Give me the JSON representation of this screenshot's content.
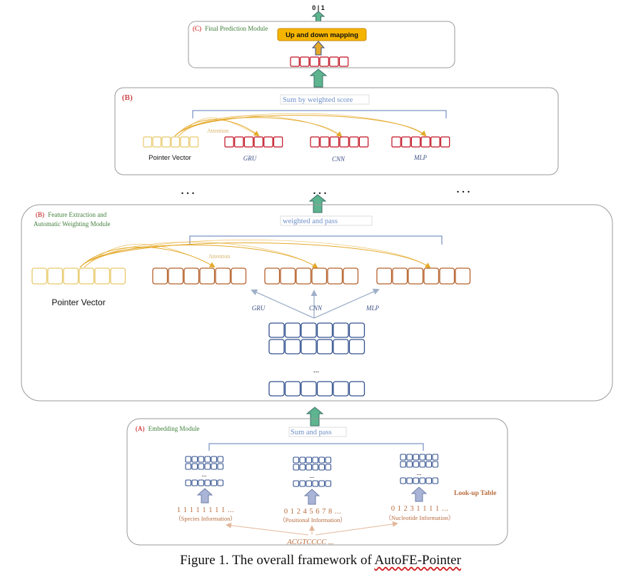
{
  "output": {
    "label": "0 | 1"
  },
  "module_c": {
    "label_letter": "(C)",
    "label_text": "Final Prediction Module",
    "mapping_button": "Up and down mapping"
  },
  "module_b_top": {
    "label_letter": "(B)",
    "sum_label": "Sum by weighted score",
    "attention_label": "Attention",
    "pointer_label": "Pointer Vector",
    "branches": [
      "GRU",
      "CNN",
      "MLP"
    ]
  },
  "ellipsis": ". . .",
  "module_b": {
    "label_letter": "(B)",
    "label_line1": "Feature Extraction and",
    "label_line2": "Automatic Weighting Module",
    "pass_label": "weighted and pass",
    "attention_label": "Attention",
    "pointer_label": "Pointer Vector",
    "branches": [
      "GRU",
      "CNN",
      "MLP"
    ],
    "dots": "..."
  },
  "module_a": {
    "label_letter": "(A)",
    "label_text": "Embedding Module",
    "sum_label": "Sum and pass",
    "lookup_label": "Look-up Table",
    "dots": "...",
    "inputs": [
      {
        "sequence": "1 1 1 1 1 1 1 1 ...",
        "name": "（Species Information）"
      },
      {
        "sequence": "0 1 2 4 5 6 7 8 ...",
        "name": "（Positional Information）"
      },
      {
        "sequence": "0 1 2 3 1 1 1 1 ...",
        "name": "（Nucleotide Information）"
      }
    ],
    "source_sequence": "ACGTCCCC ..."
  },
  "caption": {
    "prefix": "Figure 1. The overall framework of ",
    "name": "AutoFE-Pointer"
  },
  "colors": {
    "red_cell": "#c01020",
    "brown_cell": "#b5602a",
    "navy_cell": "#33528f",
    "yellow_cell": "#e8c96a",
    "green_arrow": "#5db48f",
    "lavender_arrow": "#a9b4d6",
    "gold_arrow": "#e4a92a",
    "mapping_button": "#f4b400"
  }
}
